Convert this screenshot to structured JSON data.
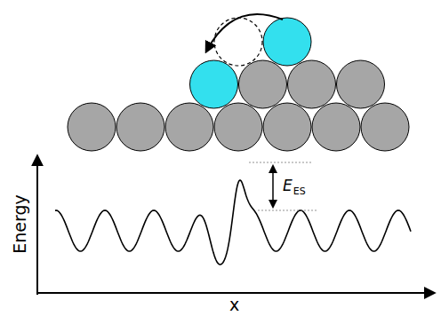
{
  "diagram": {
    "labels": [
      "Energy",
      "x",
      "E",
      "ES"
    ]
  }
}
